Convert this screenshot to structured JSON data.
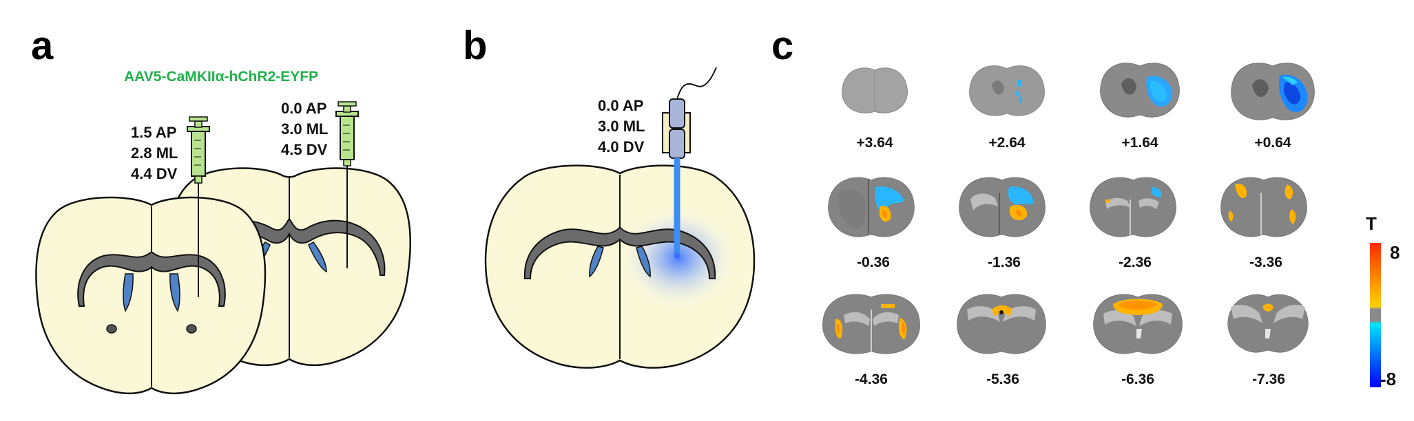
{
  "panels": {
    "a": {
      "letter": "a",
      "virus": "AAV5-CaMKIIα-hChR2-EYFP",
      "injection1": {
        "ap": "1.5 AP",
        "ml": "2.8 ML",
        "dv": "4.4 DV"
      },
      "injection2": {
        "ap": "0.0 AP",
        "ml": "3.0 ML",
        "dv": "4.5 DV"
      }
    },
    "b": {
      "letter": "b",
      "fiber": {
        "ap": "0.0 AP",
        "ml": "3.0 ML",
        "dv": "4.0 DV"
      }
    },
    "c": {
      "letter": "c",
      "slices": [
        {
          "label": "+3.64"
        },
        {
          "label": "+2.64"
        },
        {
          "label": "+1.64"
        },
        {
          "label": "+0.64"
        },
        {
          "label": "-0.36"
        },
        {
          "label": "-1.36"
        },
        {
          "label": "-2.36"
        },
        {
          "label": "-3.36"
        },
        {
          "label": "-4.36"
        },
        {
          "label": "-5.36"
        },
        {
          "label": "-6.36"
        },
        {
          "label": "-7.36"
        }
      ],
      "colorbar": {
        "title": "T",
        "max": "8",
        "min": "-8"
      }
    }
  },
  "colors": {
    "brain_fill": "#fbf8d8",
    "ventricle_gray": "#6b6b6b",
    "ventricle_blue": "#4f82c6",
    "syringe_green": "#b9e48e",
    "fiber_blue": "#3d8ef0",
    "virus_text": "#22b04b"
  }
}
